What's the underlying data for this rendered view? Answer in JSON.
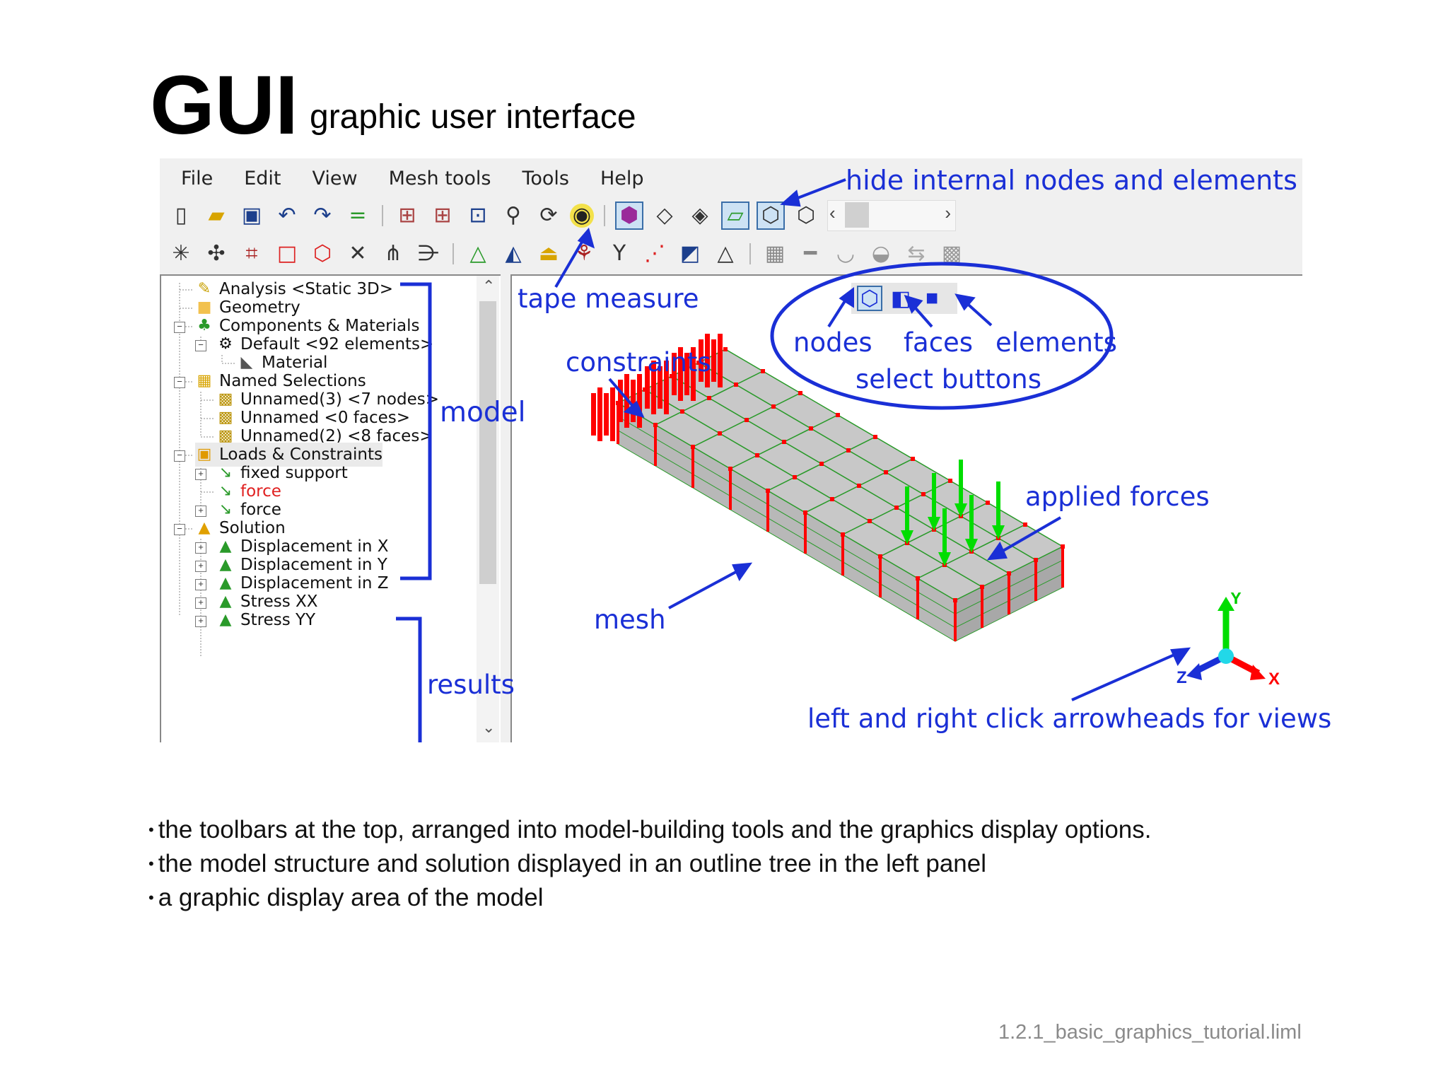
{
  "slide": {
    "title": "GUI",
    "subtitle": "graphic user interface",
    "bullets": [
      "the toolbars at the top, arranged into model-building tools and the graphics display options.",
      "the model structure and solution displayed in an outline tree in the left panel",
      "a graphic display area of the model"
    ],
    "footer": "1.2.1_basic_graphics_tutorial.liml"
  },
  "menu": [
    "File",
    "Edit",
    "View",
    "Mesh tools",
    "Tools",
    "Help"
  ],
  "toolbar1_icons": [
    "new-file-icon",
    "open-folder-icon",
    "save-icon",
    "undo-icon",
    "redo-icon",
    "equals-icon",
    "mesh-box-icon",
    "mesh-box-2-icon",
    "zoom-fit-icon",
    "magnify-icon",
    "rotate-icon",
    "tape-measure-icon",
    "display-mode-icon",
    "wireframe-icon",
    "shaded-icon",
    "surface-icon",
    "hide-internal-icon",
    "outline-icon"
  ],
  "toolbar2_icons": [
    "node-tool-icon",
    "node-move-icon",
    "connect-icon",
    "rectangle-icon",
    "cube-icon",
    "delete-icon",
    "split-icon",
    "extrude-icon",
    "constraint-icon",
    "force-icon",
    "pressure-icon",
    "moment-icon",
    "branch-icon",
    "points-icon",
    "shade-icon",
    "triangle-icon",
    "table-icon",
    "bar-icon",
    "shell-icon",
    "shell-2-icon",
    "swap-icon",
    "frame-icon"
  ],
  "tree": {
    "items": [
      {
        "label": "Analysis <Static 3D>",
        "icon": "pencil-icon",
        "indent": 0,
        "color": "#111111"
      },
      {
        "label": "Geometry",
        "icon": "folder-icon",
        "indent": 0,
        "color": "#111111"
      },
      {
        "label": "Components & Materials",
        "icon": "components-icon",
        "indent": 0,
        "color": "#111111",
        "expander": "minus"
      },
      {
        "label": "Default <92 elements>",
        "icon": "component-icon",
        "indent": 1,
        "color": "#111111",
        "expander": "minus"
      },
      {
        "label": "Material",
        "icon": "material-icon",
        "indent": 2,
        "color": "#111111"
      },
      {
        "label": "Named Selections",
        "icon": "selection-folder-icon",
        "indent": 0,
        "color": "#111111",
        "expander": "minus"
      },
      {
        "label": "Unnamed(3) <7 nodes>",
        "icon": "node-selection-icon",
        "indent": 1,
        "color": "#111111"
      },
      {
        "label": "Unnamed <0 faces>",
        "icon": "face-selection-icon",
        "indent": 1,
        "color": "#111111"
      },
      {
        "label": "Unnamed(2) <8 faces>",
        "icon": "face-selection-icon",
        "indent": 1,
        "color": "#111111"
      },
      {
        "label": "Loads & Constraints",
        "icon": "loads-folder-icon",
        "indent": 0,
        "color": "#111111",
        "expander": "minus"
      },
      {
        "label": "fixed support",
        "icon": "support-icon",
        "indent": 1,
        "color": "#111111",
        "expander": "plus"
      },
      {
        "label": "force",
        "icon": "force-icon",
        "indent": 1,
        "color": "#e02020"
      },
      {
        "label": "force",
        "icon": "force-icon",
        "indent": 1,
        "color": "#111111",
        "expander": "plus"
      },
      {
        "label": "Solution",
        "icon": "solution-icon",
        "indent": 0,
        "color": "#111111",
        "expander": "minus"
      },
      {
        "label": "Displacement in X",
        "icon": "result-icon",
        "indent": 1,
        "color": "#111111",
        "expander": "plus"
      },
      {
        "label": "Displacement in Y",
        "icon": "result-icon",
        "indent": 1,
        "color": "#111111",
        "expander": "plus"
      },
      {
        "label": "Displacement in Z",
        "icon": "result-icon",
        "indent": 1,
        "color": "#111111",
        "expander": "plus"
      },
      {
        "label": "Stress XX",
        "icon": "result-icon",
        "indent": 1,
        "color": "#111111",
        "expander": "plus"
      },
      {
        "label": "Stress YY",
        "icon": "result-icon",
        "indent": 1,
        "color": "#111111",
        "expander": "plus"
      }
    ]
  },
  "annotations": {
    "hide_internal": "hide internal nodes and elements",
    "tape_measure": "tape measure",
    "nodes": "nodes",
    "faces": "faces",
    "elements": "elements",
    "select_buttons": "select buttons",
    "constraints": "constraints",
    "model": "model",
    "applied_forces": "applied forces",
    "mesh": "mesh",
    "results": "results",
    "views": "left and right click arrowheads for views"
  },
  "axes": {
    "x": "X",
    "y": "Y",
    "z": "Z"
  },
  "colors": {
    "annotation_blue": "#1a2fd6",
    "constraint_red": "#ff0000",
    "force_green": "#00dd00",
    "mesh_face": "#c8c8c8",
    "mesh_line": "#2a9a2a"
  }
}
